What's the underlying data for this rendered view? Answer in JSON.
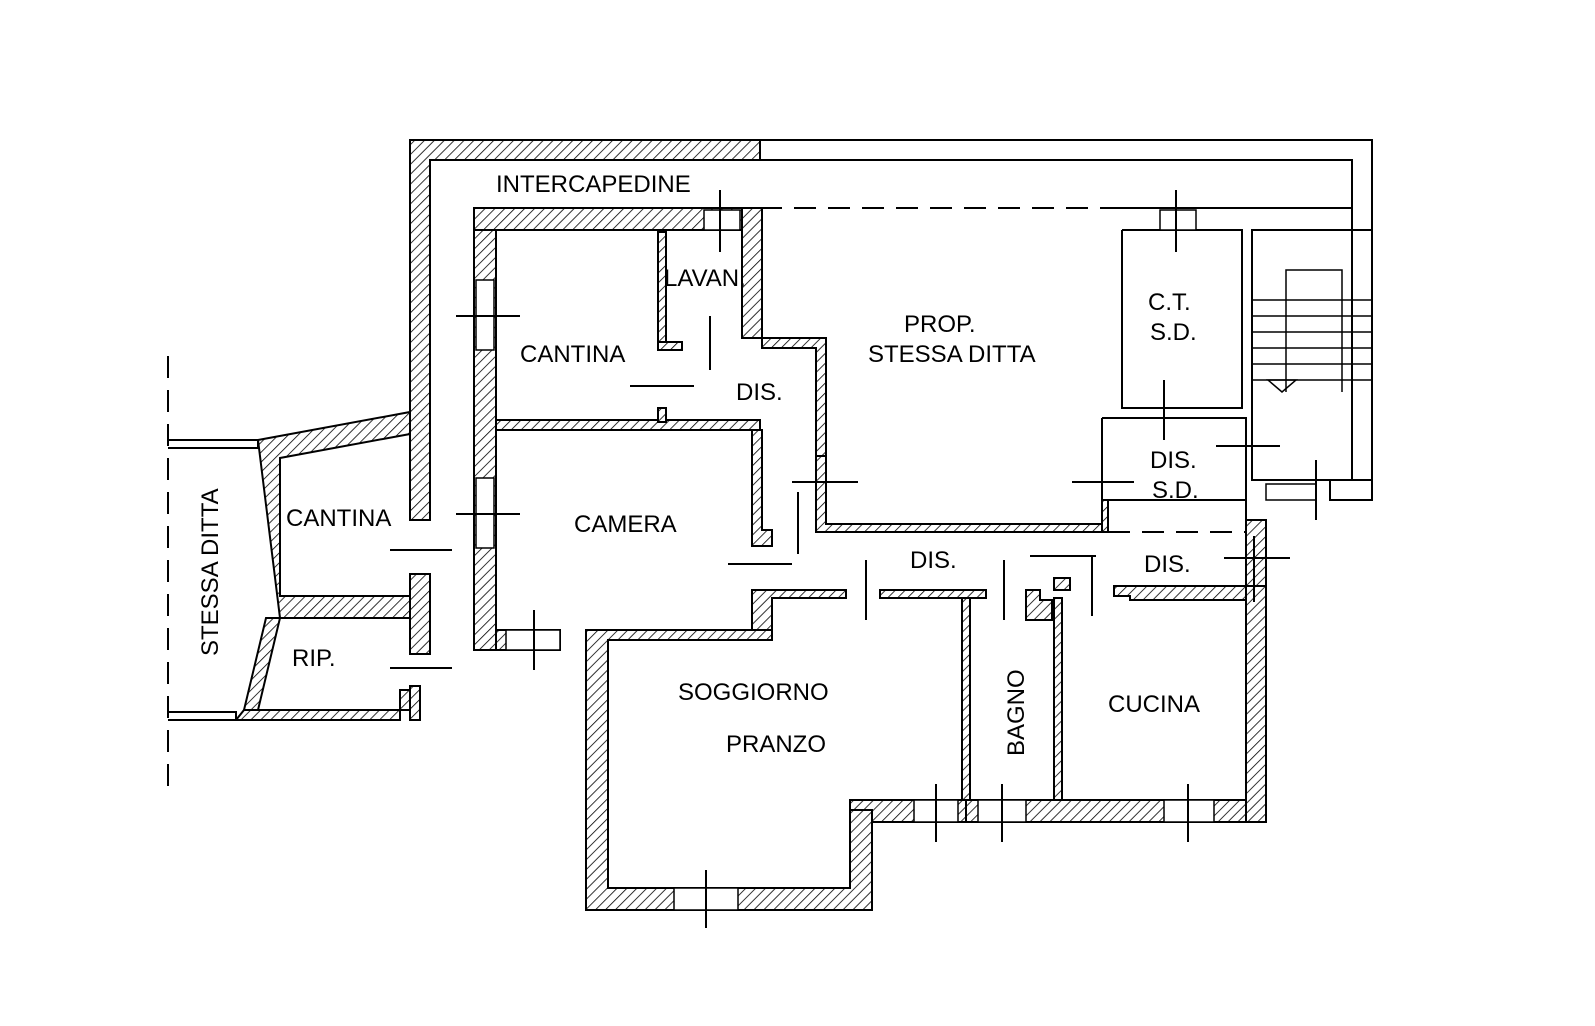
{
  "plan": {
    "rooms": {
      "intercapedine": "INTERCAPEDINE",
      "lavanderia": "LAVAN.",
      "cantina_upper": "CANTINA",
      "prop_line1": "PROP.",
      "prop_line2": "STESSA DITTA",
      "ct_line1": "C.T.",
      "ct_line2": "S.D.",
      "dis_upper": "DIS.",
      "dis_sd_line1": "DIS.",
      "dis_sd_line2": "S.D.",
      "camera": "CAMERA",
      "cantina_left": "CANTINA",
      "ripostiglio": "RIP.",
      "stessa_ditta_side": "STESSA DITTA",
      "dis_middle": "DIS.",
      "dis_right": "DIS.",
      "soggiorno": "SOGGIORNO",
      "pranzo": "PRANZO",
      "bagno": "BAGNO",
      "cucina": "CUCINA"
    }
  }
}
